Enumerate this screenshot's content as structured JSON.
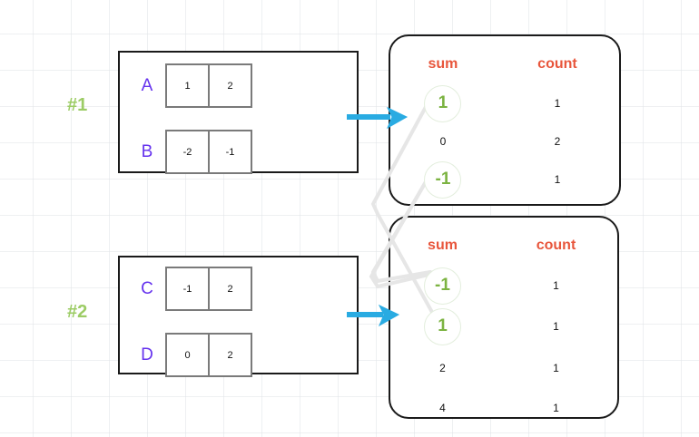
{
  "diagram": {
    "title": "merge of two partial sum-count tables",
    "colors": {
      "group_label": "#9ccc65",
      "matrix_letter": "#6633ee",
      "table_header": "#e8563c",
      "chip_text": "#7cb342",
      "arrow": "#29abe2",
      "panel_border": "#1a1a1a",
      "cell_border": "#7a7a7a",
      "grid": "#e1e4e8"
    }
  },
  "groups": [
    {
      "label": "#1",
      "matrix": {
        "rows": [
          {
            "letter": "A",
            "cells": [
              "1",
              "2"
            ]
          },
          {
            "letter": "B",
            "cells": [
              "-2",
              "-1"
            ]
          }
        ]
      },
      "arrow": {
        "name": "flow-arrow-1"
      },
      "table": {
        "headers": {
          "sum": "sum",
          "count": "count"
        },
        "rows": [
          {
            "sum": "1",
            "count": "1",
            "highlight": true
          },
          {
            "sum": "0",
            "count": "2",
            "highlight": false
          },
          {
            "sum": "-1",
            "count": "1",
            "highlight": true
          }
        ]
      }
    },
    {
      "label": "#2",
      "matrix": {
        "rows": [
          {
            "letter": "C",
            "cells": [
              "-1",
              "2"
            ]
          },
          {
            "letter": "D",
            "cells": [
              "0",
              "2"
            ]
          }
        ]
      },
      "arrow": {
        "name": "flow-arrow-2"
      },
      "table": {
        "headers": {
          "sum": "sum",
          "count": "count"
        },
        "rows": [
          {
            "sum": "-1",
            "count": "1",
            "highlight": true
          },
          {
            "sum": "1",
            "count": "1",
            "highlight": true
          },
          {
            "sum": "2",
            "count": "1",
            "highlight": false
          },
          {
            "sum": "4",
            "count": "1",
            "highlight": false
          }
        ]
      }
    }
  ],
  "links": [
    {
      "from": "group1.sum.1",
      "to": "group2.sum.1",
      "name": "link-one-to-one"
    },
    {
      "from": "group1.sum.-1",
      "to": "group2.sum.-1",
      "name": "link-minusone-to-minusone"
    }
  ]
}
